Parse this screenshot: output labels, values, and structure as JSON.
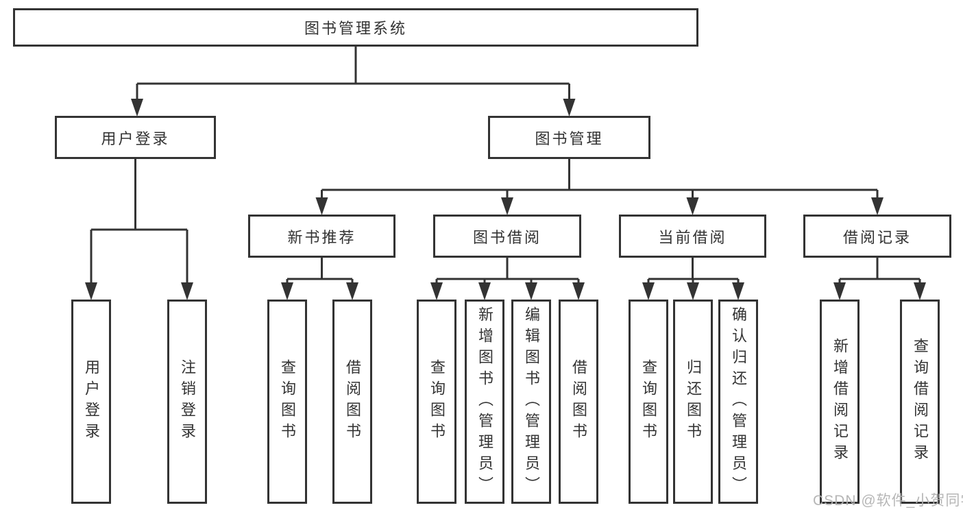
{
  "diagram": {
    "title": "图书管理系统",
    "root": {
      "label": "图书管理系统",
      "children": [
        {
          "label": "用户登录",
          "children": [
            {
              "label": "用户登录"
            },
            {
              "label": "注销登录"
            }
          ]
        },
        {
          "label": "图书管理",
          "children": [
            {
              "label": "新书推荐",
              "children": [
                {
                  "label": "查询图书"
                },
                {
                  "label": "借阅图书"
                }
              ]
            },
            {
              "label": "图书借阅",
              "children": [
                {
                  "label": "查询图书"
                },
                {
                  "label": "新增图书（管理员）"
                },
                {
                  "label": "编辑图书（管理员）"
                },
                {
                  "label": "借阅图书"
                }
              ]
            },
            {
              "label": "当前借阅",
              "children": [
                {
                  "label": "查询图书"
                },
                {
                  "label": "归还图书"
                },
                {
                  "label": "确认归还（管理员）"
                }
              ]
            },
            {
              "label": "借阅记录",
              "children": [
                {
                  "label": "新增借阅记录"
                },
                {
                  "label": "查询借阅记录"
                }
              ]
            }
          ]
        }
      ]
    },
    "colors": {
      "line": "#333333",
      "box_border": "#333333",
      "box_fill": "#ffffff",
      "text": "#333333",
      "watermark": "#b2b2b2"
    }
  },
  "watermark": "CSDN @软件_小贺同学"
}
